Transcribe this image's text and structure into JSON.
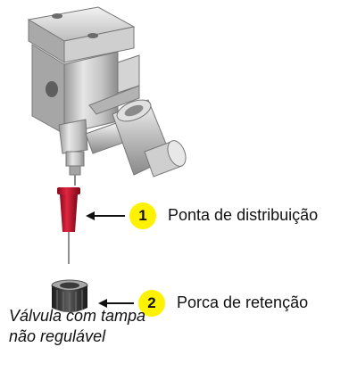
{
  "callouts": [
    {
      "number": "1",
      "label": "Ponta de distribuição"
    },
    {
      "number": "2",
      "label": "Porca de retenção"
    }
  ],
  "caption": {
    "line1": "Válvula com tampa",
    "line2": "não regulável"
  },
  "colors": {
    "badge_fill": "#fff200",
    "tip_red": "#c8102e",
    "metal": "#c9c9c9",
    "nut_dark": "#2b2b2b",
    "arrow": "#111111"
  }
}
